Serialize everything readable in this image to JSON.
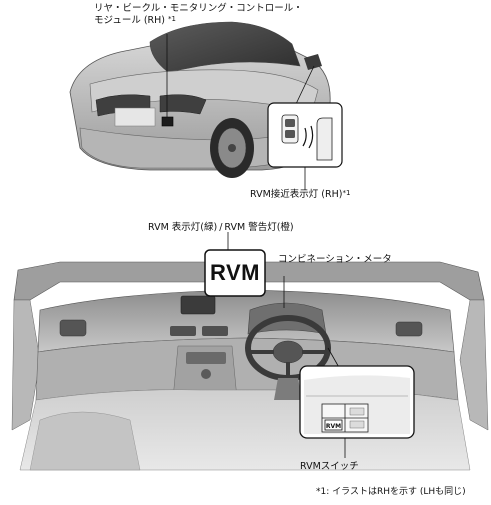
{
  "labels": {
    "rvm_module_line1": "リヤ・ビークル・モニタリング・コントロール・",
    "rvm_module_line2": "モジュール (RH)",
    "rvm_module_footnote": "*1",
    "rvm_approach_indicator": "RVM接近表示灯 (RH)",
    "rvm_approach_footnote": "*1",
    "rvm_indicator_green": "RVM 表示灯(緑)",
    "separator": "/",
    "rvm_warning_orange": "RVM 警告灯(橙)",
    "rvm_display_text": "RVM",
    "combination_meter": "コンビネーション・メータ",
    "rvm_switch": "RVMスイッチ",
    "rvm_switch_label": "RVM",
    "footnote": "*1: イラストはRHを示す (LHも同じ)"
  }
}
